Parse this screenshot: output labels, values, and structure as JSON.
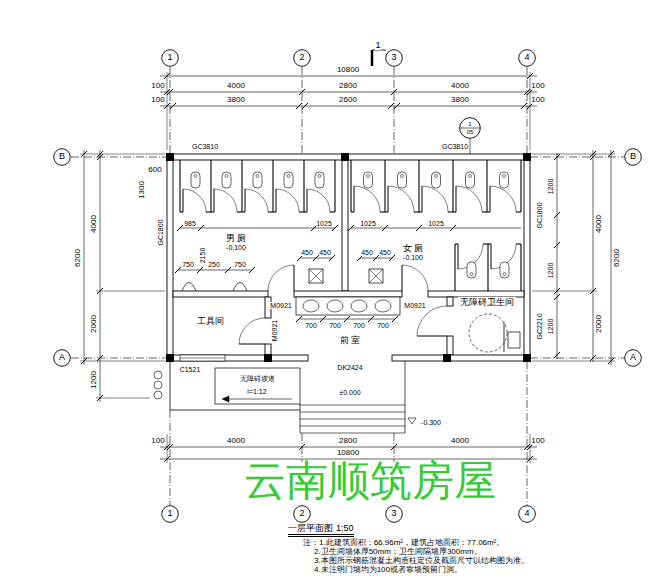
{
  "diagram": {
    "title": "一层平面图 1:50",
    "nodes": [
      {
        "text": [
          "1"
        ]
      },
      {
        "text": [
          "2"
        ]
      },
      {
        "text": [
          "3"
        ]
      },
      {
        "text": [
          "4"
        ]
      },
      {
        "text": [
          "1",
          "05"
        ]
      },
      {
        "text": [
          "B"
        ]
      },
      {
        "text": [
          "B"
        ]
      },
      {
        "text": [
          "男 厕",
          "-0.100"
        ]
      },
      {
        "text": [
          "女 厕",
          "-0.100"
        ]
      },
      {
        "text": [
          "工具间"
        ]
      },
      {
        "text": [
          "前 室"
        ]
      },
      {
        "text": [
          "无障碍卫生间"
        ]
      },
      {
        "text": [
          "A"
        ]
      },
      {
        "text": [
          "A"
        ]
      },
      {
        "text": [
          "1"
        ]
      },
      {
        "text": [
          "2"
        ]
      },
      {
        "text": [
          "3"
        ]
      },
      {
        "text": [
          "4"
        ]
      }
    ],
    "labels": [
      "1",
      "10800",
      "100",
      "4000",
      "2800",
      "4000",
      "100",
      "100",
      "3800",
      "2600",
      "3800",
      "100",
      "GC3810",
      "GC3810",
      "1300",
      "600",
      "GC1800",
      "6200",
      "4000",
      "2000",
      "1200",
      "985",
      "1025",
      "1025",
      "1025",
      "2150",
      "750",
      "250",
      "750",
      "450",
      "450",
      "450",
      "450",
      "M0921",
      "M0921",
      "M0921",
      "700",
      "700",
      "700",
      "700",
      "GC1800",
      "GC2210",
      "1200",
      "1200",
      "1200",
      "6200",
      "4000",
      "2000",
      "C1521",
      "DK2424",
      "无障碍坡道",
      "i=1:12",
      "±0.000",
      "-0.300",
      "100",
      "4000",
      "2800",
      "4000",
      "100",
      "10800",
      "云南顺筑房屋",
      "注：1.此建筑面积：66.96m²，建筑占地面积：77.06m²。",
      "2.卫生间墙体厚50mm；卫生间隔墙厚300mm。",
      "3.本图所示钢筋混凝土构造柱定位及截面尺寸以结构图为准。",
      "4.未注明门墙均为100或者靠墙预留门洞。"
    ]
  }
}
